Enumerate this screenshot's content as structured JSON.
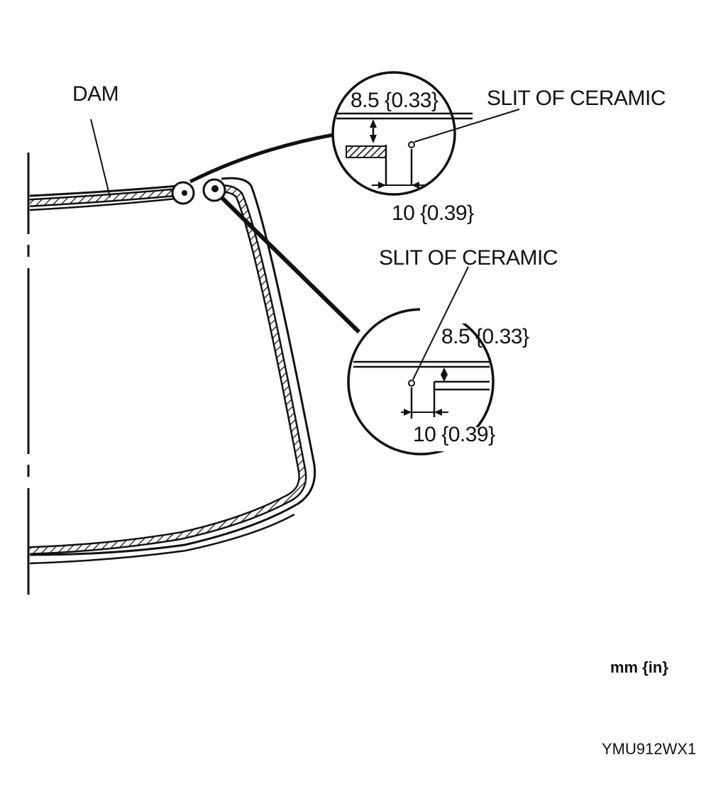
{
  "diagram": {
    "labels": {
      "dam": "DAM",
      "slit_top": "SLIT OF CERAMIC",
      "slit_bottom": "SLIT OF CERAMIC",
      "dim_top_vertical": "8.5 {0.33}",
      "dim_top_horizontal": "10 {0.39}",
      "dim_bottom_vertical": "8.5 {0.33}",
      "dim_bottom_horizontal": "10 {0.39}"
    },
    "units": "mm {in}",
    "figure_code": "YMU912WX1"
  }
}
